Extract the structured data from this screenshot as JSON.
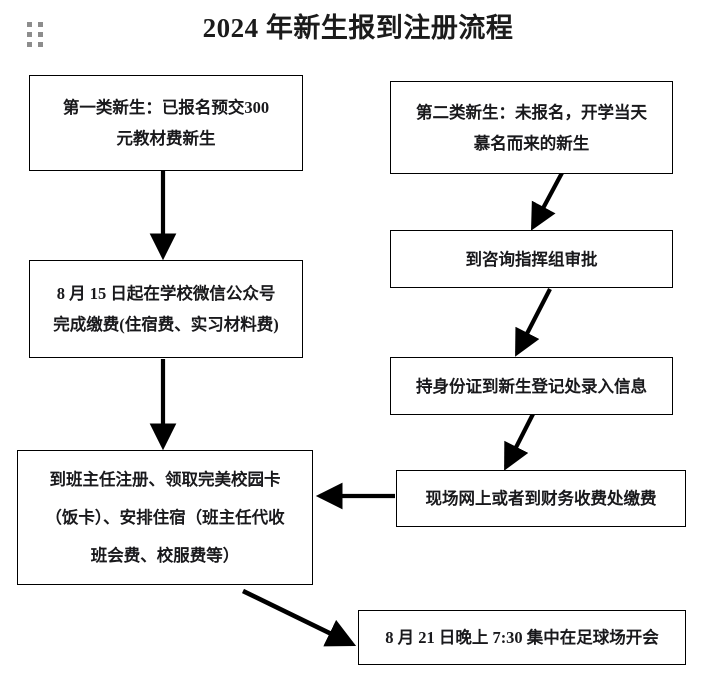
{
  "page": {
    "title": "2024 年新生报到注册流程",
    "background_color": "#ffffff",
    "text_color": "#19191c",
    "border_color": "#000000"
  },
  "handle": {
    "icon": "drag-handle-dots-icon",
    "dot_color": "#8d8d8d",
    "dots": 6
  },
  "chart_data": {
    "type": "diagram",
    "title": "2024 年新生报到注册流程",
    "nodes": [
      {
        "id": "cat1",
        "label": "第一类新生：已报名预交300元教材费新生"
      },
      {
        "id": "cat2",
        "label": "第二类新生：未报名，开学当天慕名而来的新生"
      },
      {
        "id": "wechat_pay",
        "label": "8 月 15 日起在学校微信公众号完成缴费(住宿费、实习材料费)"
      },
      {
        "id": "approval",
        "label": "到咨询指挥组审批"
      },
      {
        "id": "register_id",
        "label": "持身份证到新生登记处录入信息"
      },
      {
        "id": "onsite_pay",
        "label": "现场网上或者到财务收费处缴费"
      },
      {
        "id": "teacher",
        "label": "到班主任注册、领取完美校园卡（饭卡）、安排住宿（班主任代收班会费、校服费等）"
      },
      {
        "id": "meeting",
        "label": "8 月 21 日晚上 7:30 集中在足球场开会"
      }
    ],
    "edges": [
      {
        "from": "cat1",
        "to": "wechat_pay",
        "style": "vertical-arrow"
      },
      {
        "from": "wechat_pay",
        "to": "teacher",
        "style": "vertical-arrow"
      },
      {
        "from": "cat2",
        "to": "approval",
        "style": "diagonal-arrow"
      },
      {
        "from": "approval",
        "to": "register_id",
        "style": "diagonal-arrow"
      },
      {
        "from": "register_id",
        "to": "onsite_pay",
        "style": "diagonal-arrow"
      },
      {
        "from": "onsite_pay",
        "to": "teacher",
        "style": "horizontal-arrow-left"
      },
      {
        "from": "teacher",
        "to": "meeting",
        "style": "diagonal-arrow"
      }
    ]
  },
  "nodes": {
    "cat1": {
      "line1": "第一类新生：已报名预交300",
      "line2": "元教材费新生"
    },
    "cat2": {
      "line1": "第二类新生：未报名，开学当天",
      "line2": "慕名而来的新生"
    },
    "wechat_pay": {
      "line1": "8 月 15 日起在学校微信公众号",
      "line2": "完成缴费(住宿费、实习材料费)"
    },
    "approval": {
      "line1": "到咨询指挥组审批"
    },
    "register_id": {
      "line1": "持身份证到新生登记处录入信息"
    },
    "onsite_pay": {
      "line1": "现场网上或者到财务收费处缴费"
    },
    "teacher": {
      "line1": "到班主任注册、领取完美校园卡",
      "line2": "（饭卡）、安排住宿（班主任代收",
      "line3": "班会费、校服费等）"
    },
    "meeting": {
      "line1": "8 月 21 日晚上 7:30 集中在足球场开会"
    }
  }
}
